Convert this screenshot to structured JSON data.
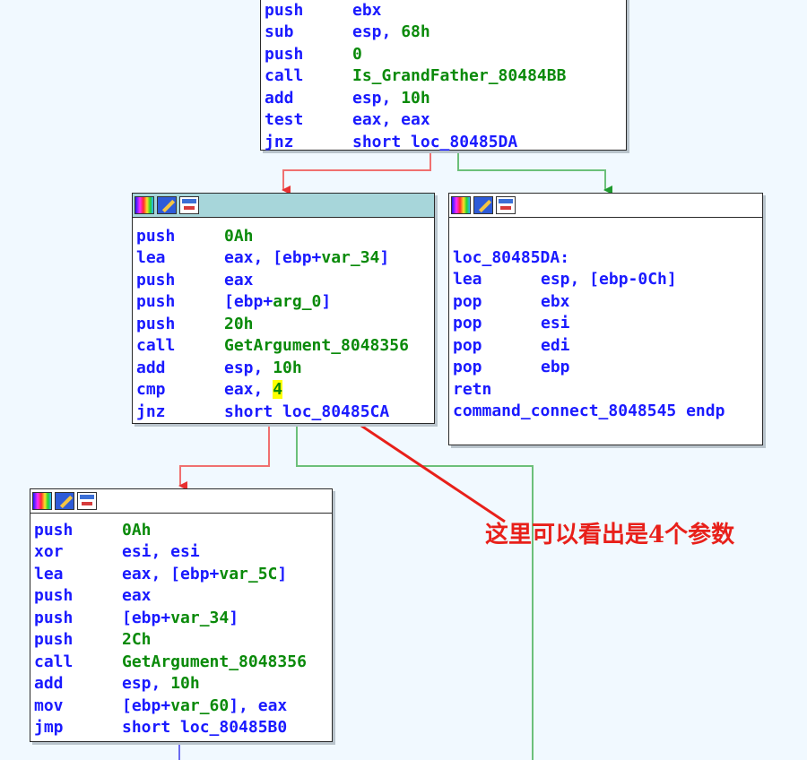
{
  "blocks": {
    "top": {
      "lines": [
        {
          "mnemonic": "push",
          "operand": "ebx"
        },
        {
          "mnemonic": "sub",
          "operand": "esp, 68h"
        },
        {
          "mnemonic": "push",
          "operand": "0"
        },
        {
          "mnemonic": "call",
          "operand": "Is_GrandFather_80484BB"
        },
        {
          "mnemonic": "add",
          "operand": "esp, 10h"
        },
        {
          "mnemonic": "test",
          "operand": "eax, eax"
        },
        {
          "mnemonic": "jnz",
          "operand": "short loc_80485DA"
        }
      ]
    },
    "middle_left": {
      "lines": [
        {
          "mnemonic": "push",
          "operand": "0Ah"
        },
        {
          "mnemonic": "lea",
          "operand": "eax, [ebp+var_34]"
        },
        {
          "mnemonic": "push",
          "operand": "eax"
        },
        {
          "mnemonic": "push",
          "operand": "[ebp+arg_0]"
        },
        {
          "mnemonic": "push",
          "operand": "20h"
        },
        {
          "mnemonic": "call",
          "operand": "GetArgument_8048356"
        },
        {
          "mnemonic": "add",
          "operand": "esp, 10h"
        },
        {
          "mnemonic": "cmp",
          "operand_prefix": "eax, ",
          "operand_highlight": "4"
        },
        {
          "mnemonic": "jnz",
          "operand": "short loc_80485CA"
        }
      ]
    },
    "middle_right": {
      "label": "loc_80485DA:",
      "lines": [
        {
          "mnemonic": "lea",
          "operand": "esp, [ebp-0Ch]"
        },
        {
          "mnemonic": "pop",
          "operand": "ebx"
        },
        {
          "mnemonic": "pop",
          "operand": "esi"
        },
        {
          "mnemonic": "pop",
          "operand": "edi"
        },
        {
          "mnemonic": "pop",
          "operand": "ebp"
        },
        {
          "mnemonic": "retn",
          "operand": ""
        }
      ],
      "endp": "command_connect_8048545 endp"
    },
    "bottom_left": {
      "lines": [
        {
          "mnemonic": "push",
          "operand": "0Ah"
        },
        {
          "mnemonic": "xor",
          "operand": "esi, esi"
        },
        {
          "mnemonic": "lea",
          "operand": "eax, [ebp+var_5C]"
        },
        {
          "mnemonic": "push",
          "operand": "eax"
        },
        {
          "mnemonic": "push",
          "operand": "[ebp+var_34]"
        },
        {
          "mnemonic": "push",
          "operand": "2Ch"
        },
        {
          "mnemonic": "call",
          "operand": "GetArgument_8048356"
        },
        {
          "mnemonic": "add",
          "operand": "esp, 10h"
        },
        {
          "mnemonic": "mov",
          "operand": "[ebp+var_60], eax"
        },
        {
          "mnemonic": "jmp",
          "operand": "short loc_80485B0"
        }
      ]
    }
  },
  "annotation": "这里可以看出是4个参数",
  "colors": {
    "edge_false": "#f07070",
    "edge_true": "#6cc07a",
    "edge_next": "#6a6af0",
    "annotation": "#e8201a",
    "background": "#f1f9ff"
  }
}
